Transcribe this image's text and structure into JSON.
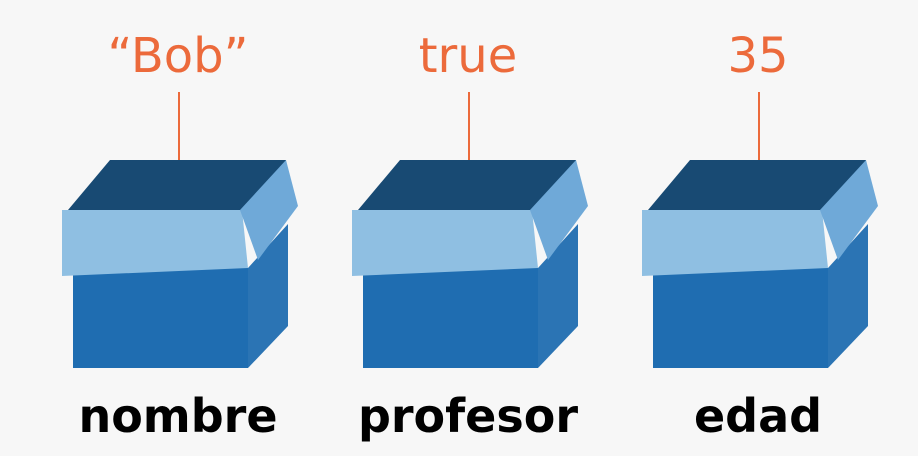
{
  "accent_color": "#ec6a3b",
  "box_colors": {
    "front_light": "#3f8bc4",
    "front_dark": "#1f6db1",
    "side": "#2b74b4",
    "interior": "#184a73",
    "lid_front": "#8fbfe2",
    "lid_side": "#6fa9d8"
  },
  "variables": [
    {
      "value": "“Bob”",
      "name": "nombre",
      "icon": "box-icon"
    },
    {
      "value": "true",
      "name": "profesor",
      "icon": "box-icon"
    },
    {
      "value": "35",
      "name": "edad",
      "icon": "box-icon"
    }
  ]
}
